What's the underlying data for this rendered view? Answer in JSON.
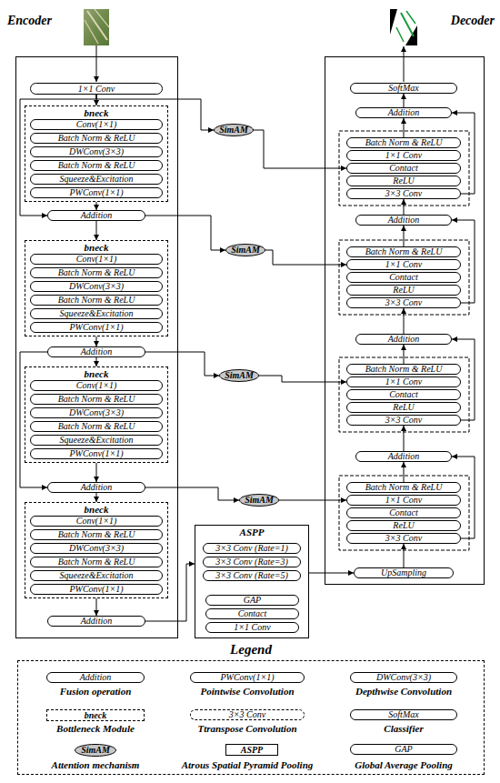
{
  "diagram": {
    "nodes": [
      {
        "text": [
          "Encoder"
        ]
      },
      {
        "text": [
          "1×1 Conv"
        ],
        "in": 0
      },
      {
        "text": [
          "bneck"
        ],
        "in": 0
      },
      {
        "text": [
          "Conv(1×1)"
        ],
        "in": 2
      },
      {
        "text": [
          "Batch Norm & ReLU"
        ],
        "in": 2
      },
      {
        "text": [
          "DWConv(3×3)"
        ],
        "in": 2
      },
      {
        "text": [
          "Batch Norm & ReLU"
        ],
        "in": 2
      },
      {
        "text": [
          "Squeeze&Excitation"
        ],
        "in": 2
      },
      {
        "text": [
          "PWConv(1×1)"
        ],
        "in": 2
      },
      {
        "text": [
          "Addition"
        ],
        "in": 0
      },
      {
        "text": [
          "bneck"
        ],
        "in": 0
      },
      {
        "text": [
          "Conv(1×1)"
        ],
        "in": 10
      },
      {
        "text": [
          "Batch Norm & ReLU"
        ],
        "in": 10
      },
      {
        "text": [
          "DWConv(3×3)"
        ],
        "in": 10
      },
      {
        "text": [
          "Batch Norm & ReLU"
        ],
        "in": 10
      },
      {
        "text": [
          "Squeeze&Excitation"
        ],
        "in": 10
      },
      {
        "text": [
          "PWConv(1×1)"
        ],
        "in": 10
      },
      {
        "text": [
          "Addition"
        ],
        "in": 0
      },
      {
        "text": [
          "bneck"
        ],
        "in": 0
      },
      {
        "text": [
          "Conv(1×1)"
        ],
        "in": 18
      },
      {
        "text": [
          "Batch Norm & ReLU"
        ],
        "in": 18
      },
      {
        "text": [
          "DWConv(3×3)"
        ],
        "in": 18
      },
      {
        "text": [
          "Batch Norm & ReLU"
        ],
        "in": 18
      },
      {
        "text": [
          "Squeeze&Excitation"
        ],
        "in": 18
      },
      {
        "text": [
          "PWConv(1×1)"
        ],
        "in": 18
      },
      {
        "text": [
          "Addition"
        ],
        "in": 0
      },
      {
        "text": [
          "bneck"
        ],
        "in": 0
      },
      {
        "text": [
          "Conv(1×1)"
        ],
        "in": 26
      },
      {
        "text": [
          "Batch Norm & ReLU"
        ],
        "in": 26
      },
      {
        "text": [
          "DWConv(3×3)"
        ],
        "in": 26
      },
      {
        "text": [
          "Batch Norm & ReLU"
        ],
        "in": 26
      },
      {
        "text": [
          "Squeeze&Excitation"
        ],
        "in": 26
      },
      {
        "text": [
          "PWConv(1×1)"
        ],
        "in": 26
      },
      {
        "text": [
          "Addition"
        ],
        "in": 0
      },
      {
        "text": [
          "ASPP"
        ]
      },
      {
        "text": [
          "3×3 Conv (Rate=1)"
        ],
        "in": 34
      },
      {
        "text": [
          "3×3 Conv (Rate=3)"
        ],
        "in": 34
      },
      {
        "text": [
          "3×3 Conv (Rate=5)"
        ],
        "in": 34
      },
      {
        "text": [
          "GAP"
        ],
        "in": 34
      },
      {
        "text": [
          "Contact"
        ],
        "in": 34
      },
      {
        "text": [
          "1×1 Conv"
        ],
        "in": 34
      },
      {
        "text": [
          "SimAM"
        ]
      },
      {
        "text": [
          "SimAM"
        ]
      },
      {
        "text": [
          "SimAM"
        ]
      },
      {
        "text": [
          "SimAM"
        ]
      },
      {
        "text": [
          "Decoder"
        ]
      },
      {
        "text": [
          "SoftMax"
        ],
        "in": 45
      },
      {
        "text": [
          "Addition"
        ],
        "in": 45
      },
      {
        "text": [
          "Batch Norm & ReLU"
        ],
        "in": 45
      },
      {
        "text": [
          "1×1 Conv"
        ],
        "in": 45
      },
      {
        "text": [
          "Contact"
        ],
        "in": 45
      },
      {
        "text": [
          "ReLU"
        ],
        "in": 45
      },
      {
        "text": [
          "3×3 Conv"
        ],
        "in": 45
      },
      {
        "text": [
          "Addition"
        ],
        "in": 45
      },
      {
        "text": [
          "Batch Norm & ReLU"
        ],
        "in": 45
      },
      {
        "text": [
          "1×1 Conv"
        ],
        "in": 45
      },
      {
        "text": [
          "Contact"
        ],
        "in": 45
      },
      {
        "text": [
          "ReLU"
        ],
        "in": 45
      },
      {
        "text": [
          "3×3 Conv"
        ],
        "in": 45
      },
      {
        "text": [
          "Addition"
        ],
        "in": 45
      },
      {
        "text": [
          "Batch Norm & ReLU"
        ],
        "in": 45
      },
      {
        "text": [
          "1×1 Conv"
        ],
        "in": 45
      },
      {
        "text": [
          "Contact"
        ],
        "in": 45
      },
      {
        "text": [
          "ReLU"
        ],
        "in": 45
      },
      {
        "text": [
          "3×3 Conv"
        ],
        "in": 45
      },
      {
        "text": [
          "Addition"
        ],
        "in": 45
      },
      {
        "text": [
          "Batch Norm & ReLU"
        ],
        "in": 45
      },
      {
        "text": [
          "1×1 Conv"
        ],
        "in": 45
      },
      {
        "text": [
          "Contact"
        ],
        "in": 45
      },
      {
        "text": [
          "ReLU"
        ],
        "in": 45
      },
      {
        "text": [
          "3×3 Conv"
        ],
        "in": 45
      },
      {
        "text": [
          "UpSampling"
        ],
        "in": 45
      },
      {
        "text": [
          "Legend"
        ]
      },
      {
        "text": [
          "Addition"
        ],
        "in": 72
      },
      {
        "text": [
          "PWConv(1×1)"
        ],
        "in": 72
      },
      {
        "text": [
          "DWConv(3×3)"
        ],
        "in": 72
      },
      {
        "text": [
          "bneck"
        ],
        "in": 72
      },
      {
        "text": [
          "3×3 Conv"
        ],
        "in": 72
      },
      {
        "text": [
          "SoftMax"
        ],
        "in": 72
      },
      {
        "text": [
          "SimAM"
        ],
        "in": 72
      },
      {
        "text": [
          "ASPP"
        ],
        "in": 72
      },
      {
        "text": [
          "GAP"
        ],
        "in": 72
      }
    ],
    "edges": [
      {
        "from": 1,
        "to": 2,
        "arrow": "to"
      },
      {
        "from": 2,
        "to": 9,
        "arrow": "to"
      },
      {
        "from": 1,
        "to": 9,
        "arrow": "to"
      },
      {
        "from": 1,
        "to": 41,
        "arrow": "to"
      },
      {
        "from": 41,
        "to": 50,
        "arrow": "to"
      },
      {
        "from": 9,
        "to": 10,
        "arrow": "to"
      },
      {
        "from": 9,
        "to": 42,
        "arrow": "to"
      },
      {
        "from": 42,
        "to": 55,
        "arrow": "to"
      },
      {
        "from": 10,
        "to": 17,
        "arrow": "to"
      },
      {
        "from": 17,
        "to": 18,
        "arrow": "to"
      },
      {
        "from": 17,
        "to": 43,
        "arrow": "to"
      },
      {
        "from": 43,
        "to": 61,
        "arrow": "to"
      },
      {
        "from": 18,
        "to": 25,
        "arrow": "to"
      },
      {
        "from": 17,
        "to": 25,
        "arrow": "to"
      },
      {
        "from": 25,
        "to": 26,
        "arrow": "to"
      },
      {
        "from": 25,
        "to": 44,
        "arrow": "to"
      },
      {
        "from": 44,
        "to": 67,
        "arrow": "to"
      },
      {
        "from": 26,
        "to": 33,
        "arrow": "to"
      },
      {
        "from": 33,
        "to": 34,
        "arrow": "to"
      },
      {
        "from": 34,
        "to": 71,
        "arrow": "to"
      },
      {
        "from": 71,
        "to": 70,
        "arrow": "to"
      },
      {
        "from": 66,
        "to": 65,
        "arrow": "to"
      },
      {
        "from": 70,
        "to": 65,
        "arrow": "to"
      },
      {
        "from": 65,
        "to": 64,
        "arrow": "to"
      },
      {
        "from": 60,
        "to": 59,
        "arrow": "to"
      },
      {
        "from": 64,
        "to": 59,
        "arrow": "to"
      },
      {
        "from": 59,
        "to": 58,
        "arrow": "to"
      },
      {
        "from": 54,
        "to": 53,
        "arrow": "to"
      },
      {
        "from": 58,
        "to": 53,
        "arrow": "to"
      },
      {
        "from": 53,
        "to": 52,
        "arrow": "to"
      },
      {
        "from": 48,
        "to": 47,
        "arrow": "to"
      },
      {
        "from": 52,
        "to": 47,
        "arrow": "to"
      },
      {
        "from": 47,
        "to": 46,
        "arrow": "to"
      }
    ],
    "legend": [
      {
        "text": "Fusion operation"
      },
      {
        "text": "Pointwise Convolution"
      },
      {
        "text": "Depthwise Convolution"
      },
      {
        "text": "Bottleneck Module"
      },
      {
        "text": "Ttranspose Convolution"
      },
      {
        "text": "Classifier"
      },
      {
        "text": "Attention mechanism"
      },
      {
        "text": "Atrous Spatial Pyramid Pooling"
      },
      {
        "text": "Global Average Pooling"
      }
    ]
  }
}
